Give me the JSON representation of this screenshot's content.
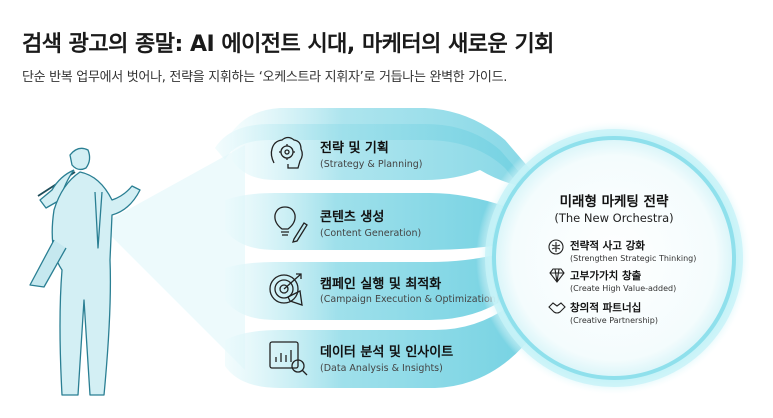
{
  "header": {
    "title": "검색 광고의 종말: AI 에이전트 시대, 마케터의 새로운 기회",
    "subtitle": "단순 반복 업무에서 벗어나, 전략을 지휘하는 ‘오케스트라 지휘자’로 거듭나는 완벽한 가이드."
  },
  "colors": {
    "stream_light": "#d8f3f7",
    "stream_mid": "#8fdbe8",
    "stream_dark": "#4fc4d8",
    "glow": "#7fe3ef",
    "text": "#111111"
  },
  "streams": [
    {
      "icon": "brain-gear-icon",
      "title": "전략 및 기획",
      "subtitle": "(Strategy & Planning)"
    },
    {
      "icon": "lightbulb-pencil-icon",
      "title": "콘텐츠 생성",
      "subtitle": "(Content Generation)"
    },
    {
      "icon": "target-megaphone-icon",
      "title": "캠페인 실행 및 최적화",
      "subtitle": "(Campaign Execution & Optimization)"
    },
    {
      "icon": "chart-magnifier-icon",
      "title": "데이터 분석 및 인사이트",
      "subtitle": "(Data Analysis & Insights)"
    }
  ],
  "circle": {
    "title": "미래형 마케팅 전략",
    "subtitle": "(The New Orchestra)",
    "items": [
      {
        "icon": "brain-icon",
        "title": "전략적 사고 강화",
        "subtitle": "(Strengthen Strategic Thinking)"
      },
      {
        "icon": "diamond-icon",
        "title": "고부가가치 창출",
        "subtitle": "(Create High Value-added)"
      },
      {
        "icon": "handshake-icon",
        "title": "창의적 파트너십",
        "subtitle": "(Creative Partnership)"
      }
    ]
  }
}
